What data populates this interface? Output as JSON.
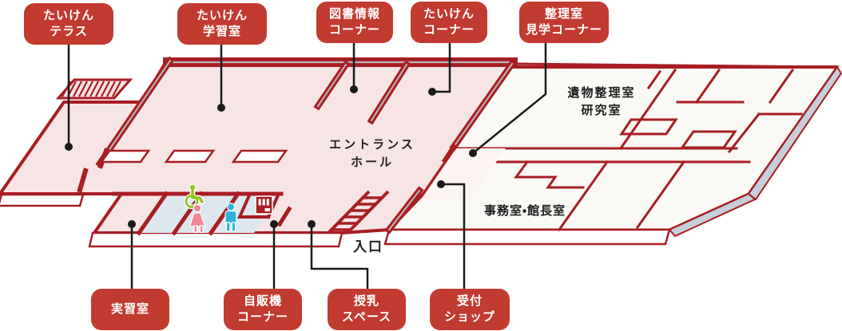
{
  "badges": {
    "taiken_terrace": {
      "line1": "たいけん",
      "line2": "テラス"
    },
    "taiken_gakushushitsu": {
      "line1": "たいけん",
      "line2": "学習室"
    },
    "tosho_joho_corner": {
      "line1": "図書情報",
      "line2": "コーナー"
    },
    "taiken_corner": {
      "line1": "たいけん",
      "line2": "コーナー"
    },
    "seirishitsu_kengaku_corner": {
      "line1": "整理室",
      "line2": "見学コーナー"
    },
    "jisshushitsu": {
      "line1": "実習室"
    },
    "jihanki_corner": {
      "line1": "自販機",
      "line2": "コーナー"
    },
    "junyu_space": {
      "line1": "授乳",
      "line2": "スペース"
    },
    "uketsuke_shop": {
      "line1": "受付",
      "line2": "ショップ"
    }
  },
  "map_labels": {
    "entrance_hall": {
      "line1": "エントランス",
      "line2": "ホール"
    },
    "ibutsu_seirishitsu": {
      "line1": "遺物整理室",
      "line2": "研究室"
    },
    "jimushitsu_kanchoshitsu": {
      "label": "事務室・館長室"
    },
    "iriguchi": {
      "label": "入口"
    }
  },
  "icons": [
    {
      "name": "wheelchair-icon",
      "meaning": "accessible toilet"
    },
    {
      "name": "woman-icon",
      "meaning": "women's toilet"
    },
    {
      "name": "man-icon",
      "meaning": "men's toilet"
    },
    {
      "name": "vending-machine-icon",
      "meaning": "vending machine"
    }
  ],
  "colors": {
    "badge_red": "#c23b31",
    "wall_red": "#a81e23",
    "floor_pink": "#f7e4e4",
    "floor_pink_light": "#fcf3f3",
    "floor_white": "#faf9f5",
    "floor_toilet_blue": "#dde7ee",
    "slab_side_blue": "#c4cfda",
    "wall_core_gray": "#b8b8b8",
    "connector_black": "#1a1a1a",
    "icon_green": "#8fc31f",
    "icon_pink": "#ef8795",
    "icon_blue": "#2cb5dc"
  }
}
